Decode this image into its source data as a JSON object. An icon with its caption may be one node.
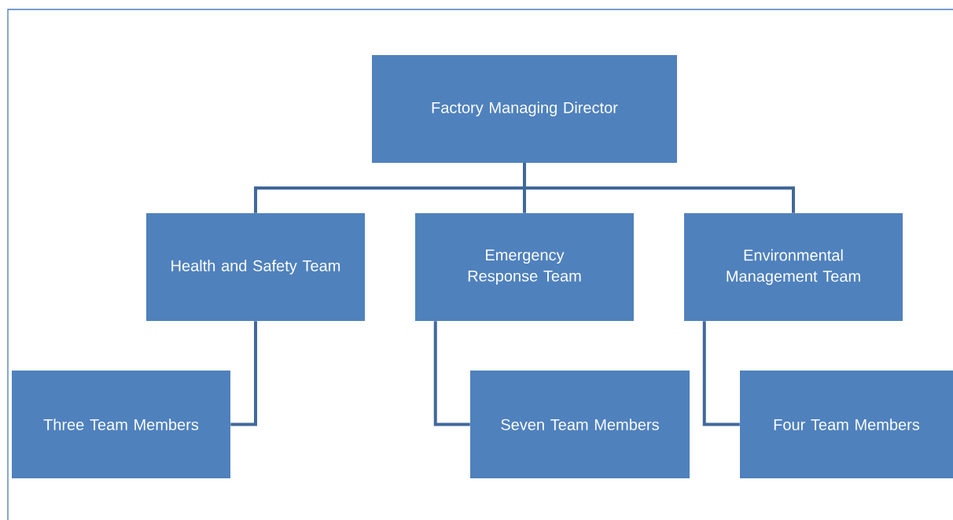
{
  "diagram": {
    "nodes": [
      {
        "text": [
          "Factory Managing Director"
        ]
      },
      {
        "text": [
          "Health and Safety Team"
        ]
      },
      {
        "text": [
          "Emergency Response Team"
        ]
      },
      {
        "text": [
          "Environmental Management Team"
        ]
      },
      {
        "text": [
          "Three Team Members"
        ]
      },
      {
        "text": [
          "Seven Team Members"
        ]
      },
      {
        "text": [
          "Four Team Members"
        ]
      }
    ],
    "edges": [
      {
        "from": 0,
        "to": 1,
        "arrow": "none"
      },
      {
        "from": 0,
        "to": 2,
        "arrow": "none"
      },
      {
        "from": 0,
        "to": 3,
        "arrow": "none"
      },
      {
        "from": 1,
        "to": 4,
        "arrow": "none"
      },
      {
        "from": 2,
        "to": 5,
        "arrow": "none"
      },
      {
        "from": 3,
        "to": 6,
        "arrow": "none"
      }
    ]
  }
}
